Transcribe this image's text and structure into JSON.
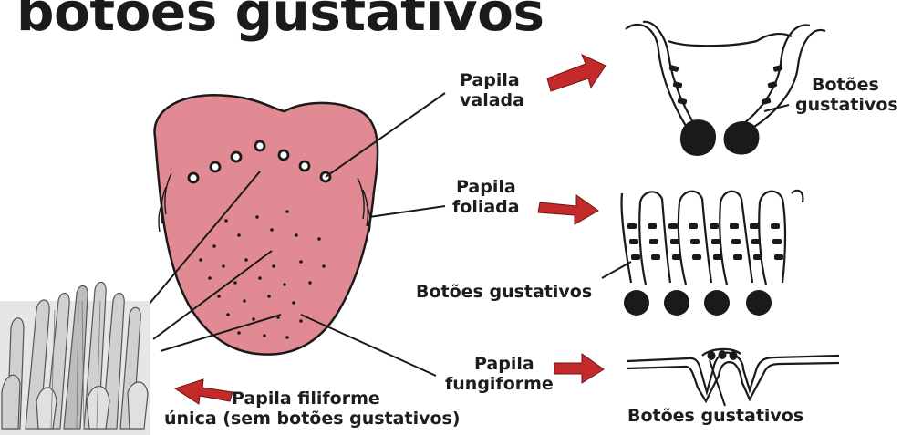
{
  "title": "botões gustativos",
  "labels": {
    "papila_valada": [
      "Papila",
      "valada"
    ],
    "papila_foliada": [
      "Papila",
      "foliada"
    ],
    "papila_fungiforme": [
      "Papila",
      "fungiforme"
    ],
    "papila_filiforme": [
      "Papila filiforme",
      "única (sem botões gustativos)"
    ],
    "botoes_valada": [
      "Botões",
      "gustativos"
    ],
    "botoes_foliada": "Botões gustativos",
    "botoes_fungiforme": "Botões gustativos"
  },
  "colors": {
    "tongue": "#e28a93",
    "arrow": "#c42a2a",
    "line": "#1a1a1a"
  }
}
